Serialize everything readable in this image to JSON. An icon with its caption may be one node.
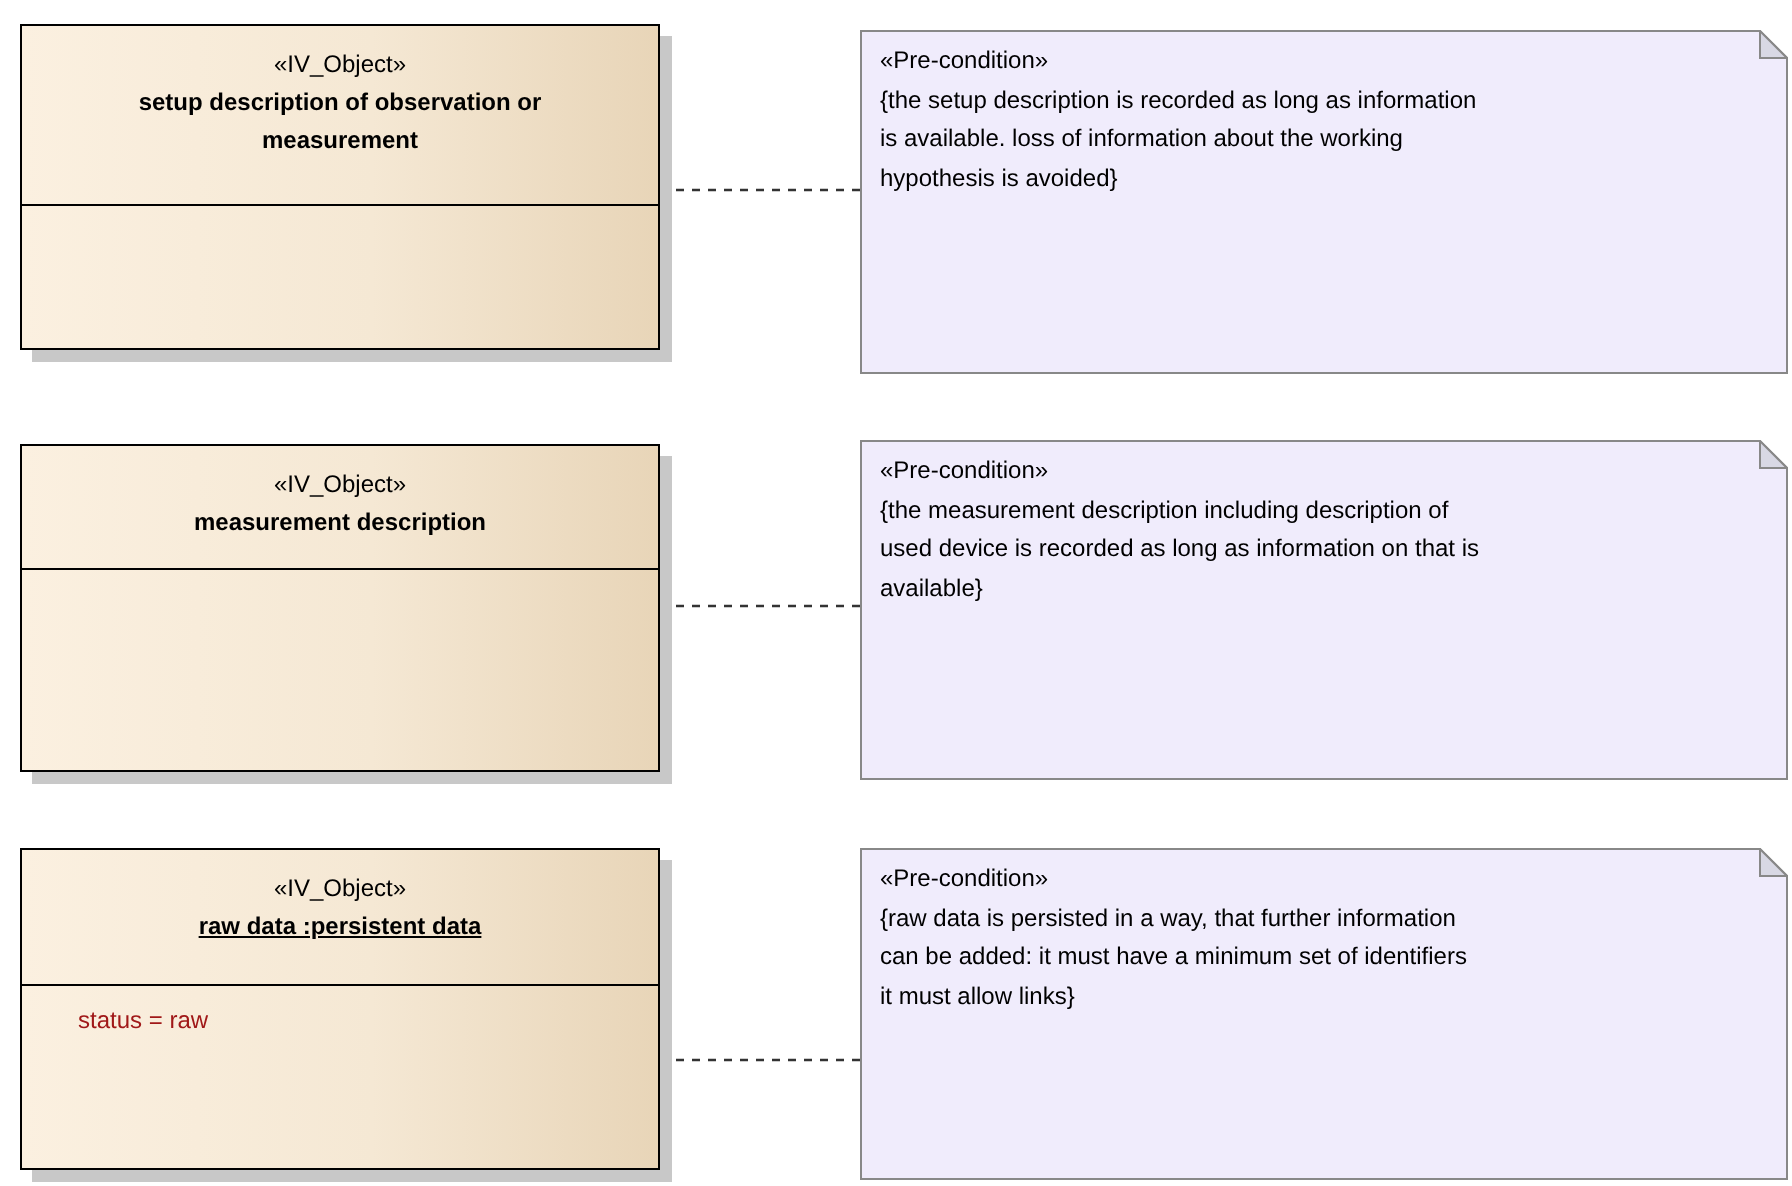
{
  "diagram": {
    "nodes": [
      {
        "text": [
          "«IV_Object»",
          "setup description of observation or measurement"
        ]
      },
      {
        "text": [
          "«Pre-condition»",
          "{the setup description is recorded as long as information is available. loss of information about the working hypothesis is avoided}"
        ]
      },
      {
        "text": [
          "«IV_Object»",
          "measurement description"
        ]
      },
      {
        "text": [
          "«Pre-condition»",
          "{the measurement description including description of used device is recorded as long as information on that is available}"
        ]
      },
      {
        "text": [
          "«IV_Object»",
          "raw data :persistent data",
          "status = raw"
        ]
      },
      {
        "text": [
          "«Pre-condition»",
          "{raw data is persisted in a way, that further information can be added: it must have a minimum set of identifiers it must allow links}"
        ]
      }
    ],
    "edges": [
      {
        "from": 0,
        "to": 1,
        "arrow": "none",
        "style": "dashed"
      },
      {
        "from": 2,
        "to": 3,
        "arrow": "none",
        "style": "dashed"
      },
      {
        "from": 4,
        "to": 5,
        "arrow": "none",
        "style": "dashed"
      }
    ]
  }
}
